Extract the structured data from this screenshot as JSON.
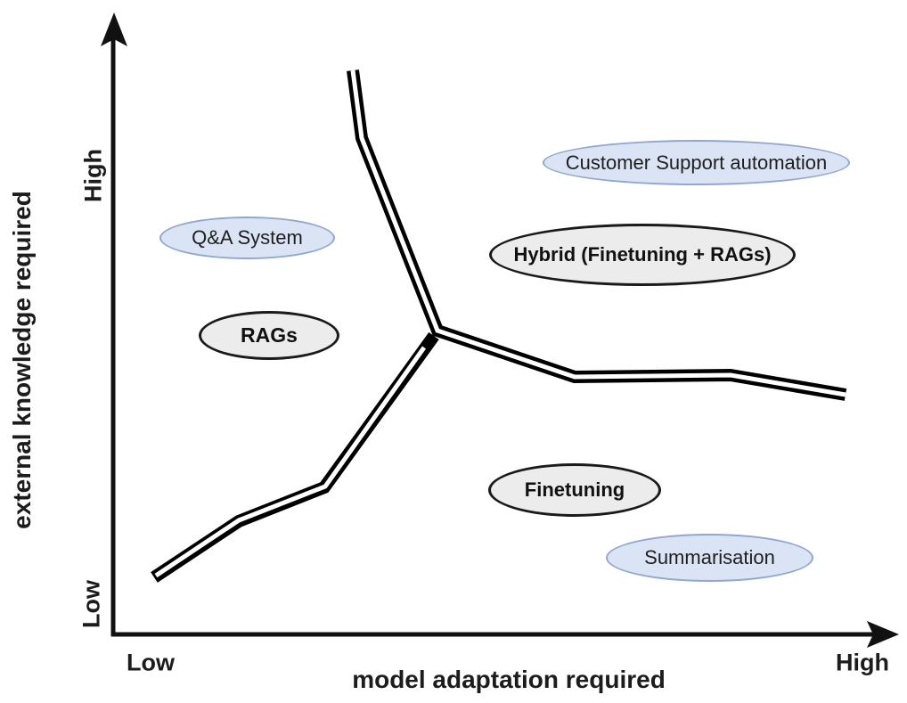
{
  "diagram": {
    "type": "concept-quadrant-diagram",
    "y_axis": {
      "label": "external knowledge required",
      "top_tick": "High",
      "bottom_tick": "Low"
    },
    "x_axis": {
      "label": "model adaptation required",
      "left_tick": "Low",
      "right_tick": "High"
    },
    "bubbles": [
      {
        "label": "Q&A System",
        "style": "use-case-blue",
        "region": "upper-left"
      },
      {
        "label": "RAGs",
        "style": "method-gray",
        "region": "mid-left"
      },
      {
        "label": "Customer Support automation",
        "style": "use-case-blue",
        "region": "upper-right"
      },
      {
        "label": "Hybrid (Finetuning + RAGs)",
        "style": "method-gray",
        "region": "mid-right"
      },
      {
        "label": "Finetuning",
        "style": "method-gray",
        "region": "lower-middle"
      },
      {
        "label": "Summarisation",
        "style": "use-case-blue",
        "region": "lower-right"
      }
    ],
    "dividers": {
      "description": "three thick double-outline boundary lines meeting at a central junction, splitting the plane into RAGs / Finetuning / Hybrid regions"
    },
    "colors": {
      "use_case_fill": "#dbe4f4",
      "use_case_border": "#91a7d0",
      "method_fill": "#ececec",
      "method_border": "#1a1a1a",
      "axis": "#111111",
      "divider_outline": "#000000",
      "divider_core": "#ffffff",
      "text": "#1f1f1f",
      "background": "#ffffff"
    }
  }
}
